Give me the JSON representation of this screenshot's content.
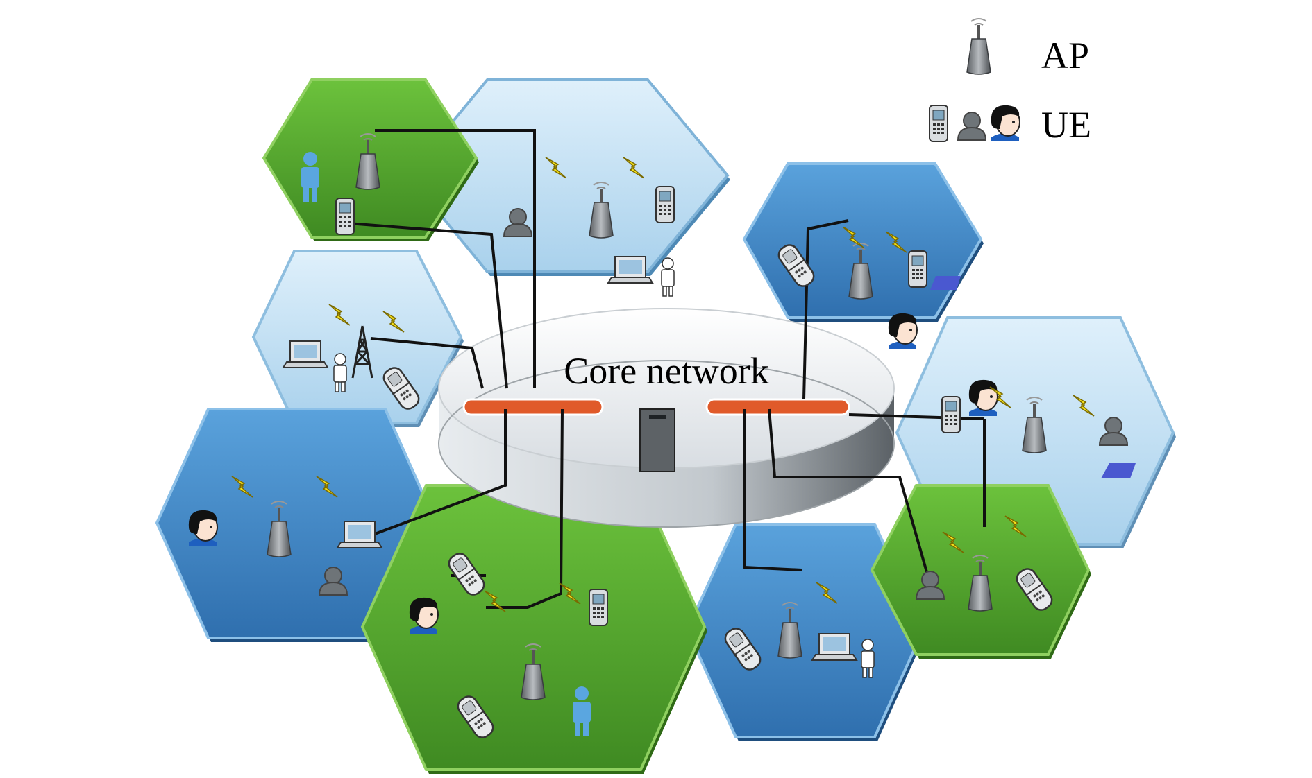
{
  "core": {
    "label": "Core network"
  },
  "legend": {
    "items": [
      {
        "label": "AP",
        "icon": "access-point-icon"
      },
      {
        "label": "UE",
        "icon": "user-equipment-icon"
      }
    ]
  },
  "colors": {
    "green": "#5aa832",
    "light_blue": "#c5e2f4",
    "mid_blue": "#4a8ec8",
    "rail": "#e05a2a",
    "link": "#111111",
    "signal": "#f5e11a"
  }
}
